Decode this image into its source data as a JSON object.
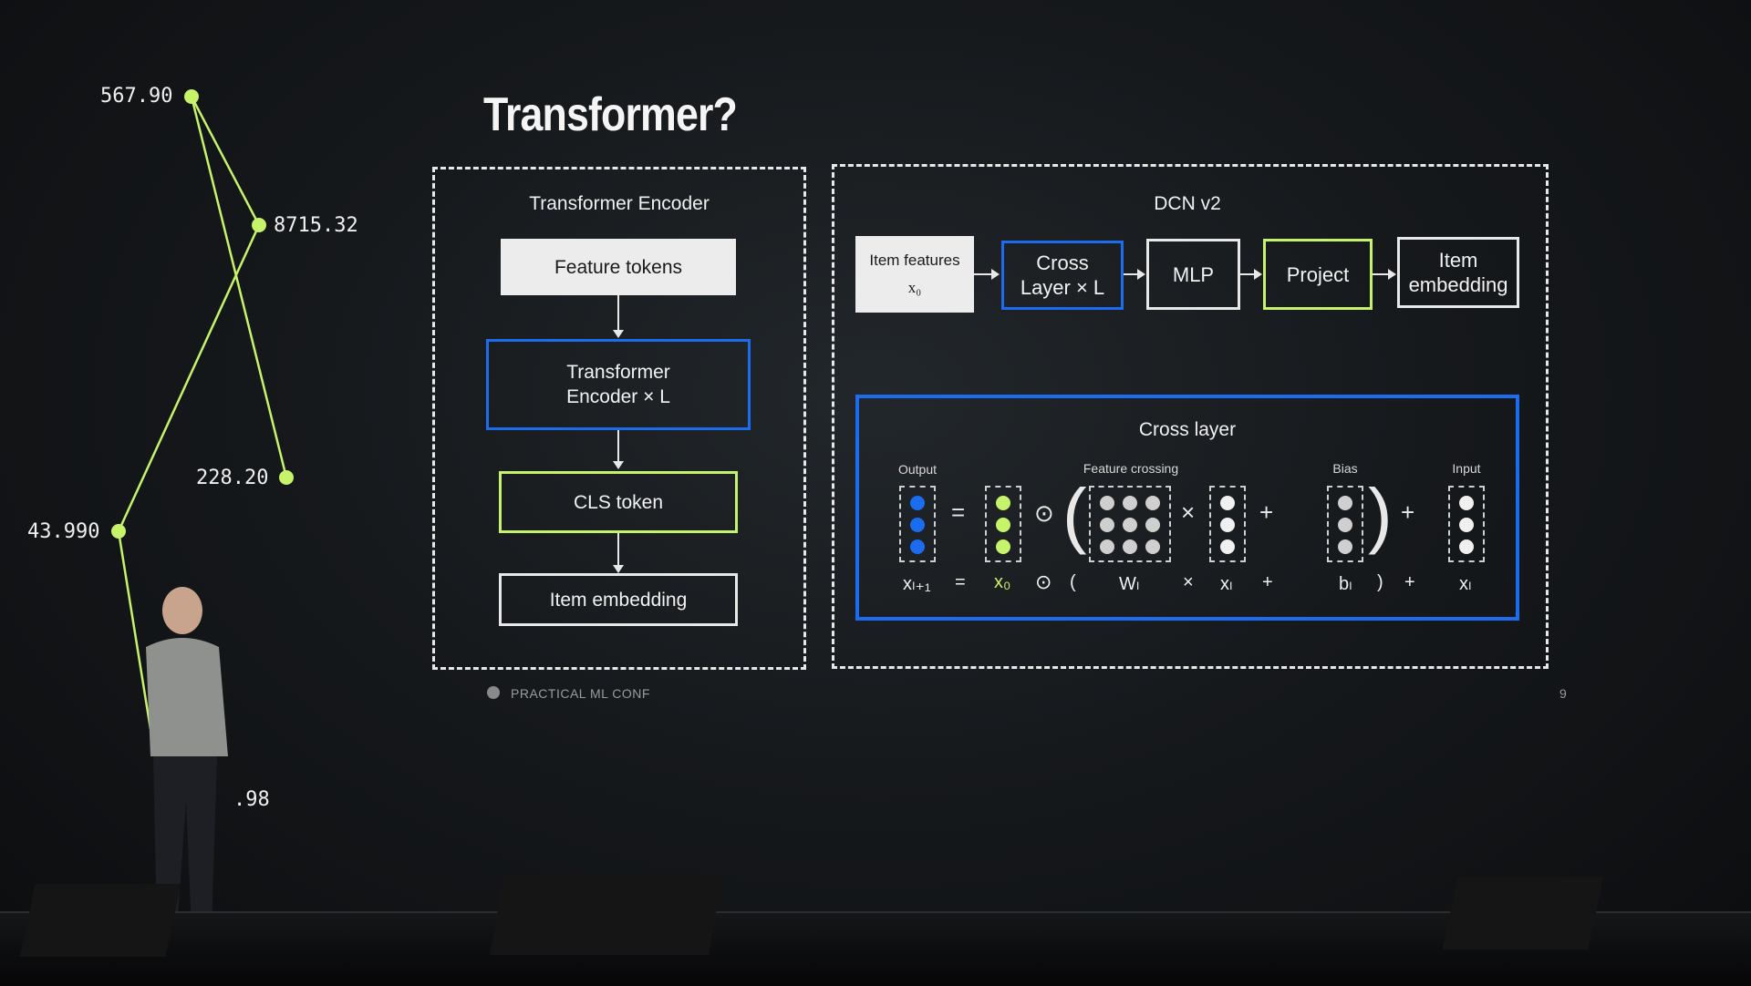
{
  "slide": {
    "title": "Transformer?",
    "footer_brand": "PRACTICAL ML CONF",
    "page_number": "9"
  },
  "transformer": {
    "heading": "Transformer Encoder",
    "feature_tokens": "Feature tokens",
    "encoder_line1": "Transformer",
    "encoder_line2": "Encoder × L",
    "cls_token": "CLS token",
    "item_embedding": "Item embedding"
  },
  "dcn": {
    "heading": "DCN v2",
    "item_features": "Item features",
    "x0": "x₀",
    "cross_line1": "Cross",
    "cross_line2": "Layer × L",
    "mlp": "MLP",
    "project": "Project",
    "embed_line1": "Item",
    "embed_line2": "embedding"
  },
  "cross_layer": {
    "heading": "Cross layer",
    "label_output": "Output",
    "label_feature_crossing": "Feature crossing",
    "label_bias": "Bias",
    "label_input": "Input",
    "f_xnext": "xₗ₊₁",
    "f_eq": "=",
    "f_x0": "x₀",
    "f_odot": "⊙",
    "f_lparen": "(",
    "f_W": "Wₗ",
    "f_times": "×",
    "f_xl": "xₗ",
    "f_plus": "+",
    "f_b": "bₗ",
    "f_rparen": ")",
    "f_plus2": "+",
    "f_xl2": "xₗ"
  },
  "graph_labels": {
    "n1": "567.90",
    "n2": "8715.32",
    "n3": "228.20",
    "n4": "43.990",
    "n5": ".98"
  },
  "colors": {
    "blue": "#1c6cf0",
    "green": "#c6f36a",
    "white": "#f0f0f0"
  }
}
